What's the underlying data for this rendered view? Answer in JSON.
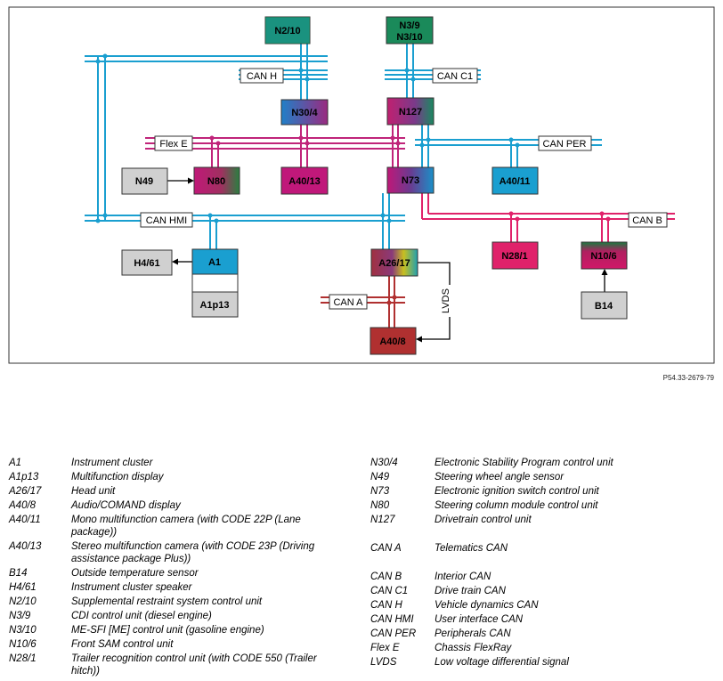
{
  "figure_code": "P54.33-2679-79",
  "bus_labels": {
    "can_h": "CAN H",
    "can_c1": "CAN C1",
    "flex_e": "Flex E",
    "can_per": "CAN PER",
    "can_hmi": "CAN HMI",
    "can_b": "CAN B",
    "can_a": "CAN A",
    "lvds": "LVDS"
  },
  "nodes": {
    "n2_10": "N2/10",
    "n3_9": "N3/9",
    "n3_10": "N3/10",
    "n30_4": "N30/4",
    "n127": "N127",
    "n49": "N49",
    "n80": "N80",
    "a40_13": "A40/13",
    "n73": "N73",
    "a40_11": "A40/11",
    "h4_61": "H4/61",
    "a1": "A1",
    "a1p13": "A1p13",
    "a26_17": "A26/17",
    "n28_1": "N28/1",
    "n10_6": "N10/6",
    "b14": "B14",
    "a40_8": "A40/8"
  },
  "legend_left": [
    {
      "code": "A1",
      "desc": "Instrument cluster"
    },
    {
      "code": "A1p13",
      "desc": "Multifunction display"
    },
    {
      "code": "A26/17",
      "desc": "Head unit"
    },
    {
      "code": "A40/8",
      "desc": "Audio/COMAND display"
    },
    {
      "code": "A40/11",
      "desc": "Mono multifunction camera (with CODE 22P (Lane package))"
    },
    {
      "code": "A40/13",
      "desc": "Stereo multifunction camera (with CODE 23P (Driving assistance package Plus))"
    },
    {
      "code": "B14",
      "desc": "Outside temperature sensor"
    },
    {
      "code": "H4/61",
      "desc": "Instrument cluster speaker"
    },
    {
      "code": "N2/10",
      "desc": "Supplemental restraint system control unit"
    },
    {
      "code": "N3/9",
      "desc": "CDI control unit (diesel engine)"
    },
    {
      "code": "N3/10",
      "desc": "ME-SFI [ME] control unit (gasoline engine)"
    },
    {
      "code": "N10/6",
      "desc": "Front SAM control unit"
    },
    {
      "code": "N28/1",
      "desc": "Trailer recognition control unit (with CODE 550 (Trailer hitch))"
    }
  ],
  "legend_right": [
    {
      "code": "N30/4",
      "desc": "Electronic Stability Program control unit"
    },
    {
      "code": "N49",
      "desc": "Steering wheel angle sensor"
    },
    {
      "code": "N73",
      "desc": "Electronic ignition switch control unit"
    },
    {
      "code": "N80",
      "desc": "Steering column module control unit"
    },
    {
      "code": "N127",
      "desc": "Drivetrain control unit"
    },
    {
      "code": "CAN A",
      "desc": "Telematics CAN"
    },
    {
      "code": "CAN B",
      "desc": "Interior CAN"
    },
    {
      "code": "CAN C1",
      "desc": "Drive train CAN"
    },
    {
      "code": "CAN H",
      "desc": "Vehicle dynamics CAN"
    },
    {
      "code": "CAN HMI",
      "desc": "User interface CAN"
    },
    {
      "code": "CAN PER",
      "desc": "Peripherals CAN"
    },
    {
      "code": "Flex E",
      "desc": "Chassis FlexRay"
    },
    {
      "code": "LVDS",
      "desc": "Low voltage differential signal"
    }
  ],
  "colors": {
    "can_bus_blue": "#1a9fd0",
    "flexray_magenta": "#c0247a",
    "can_b_pink": "#e0226a",
    "can_a_red": "#b03030",
    "node_gray": "#d0d0d0"
  }
}
